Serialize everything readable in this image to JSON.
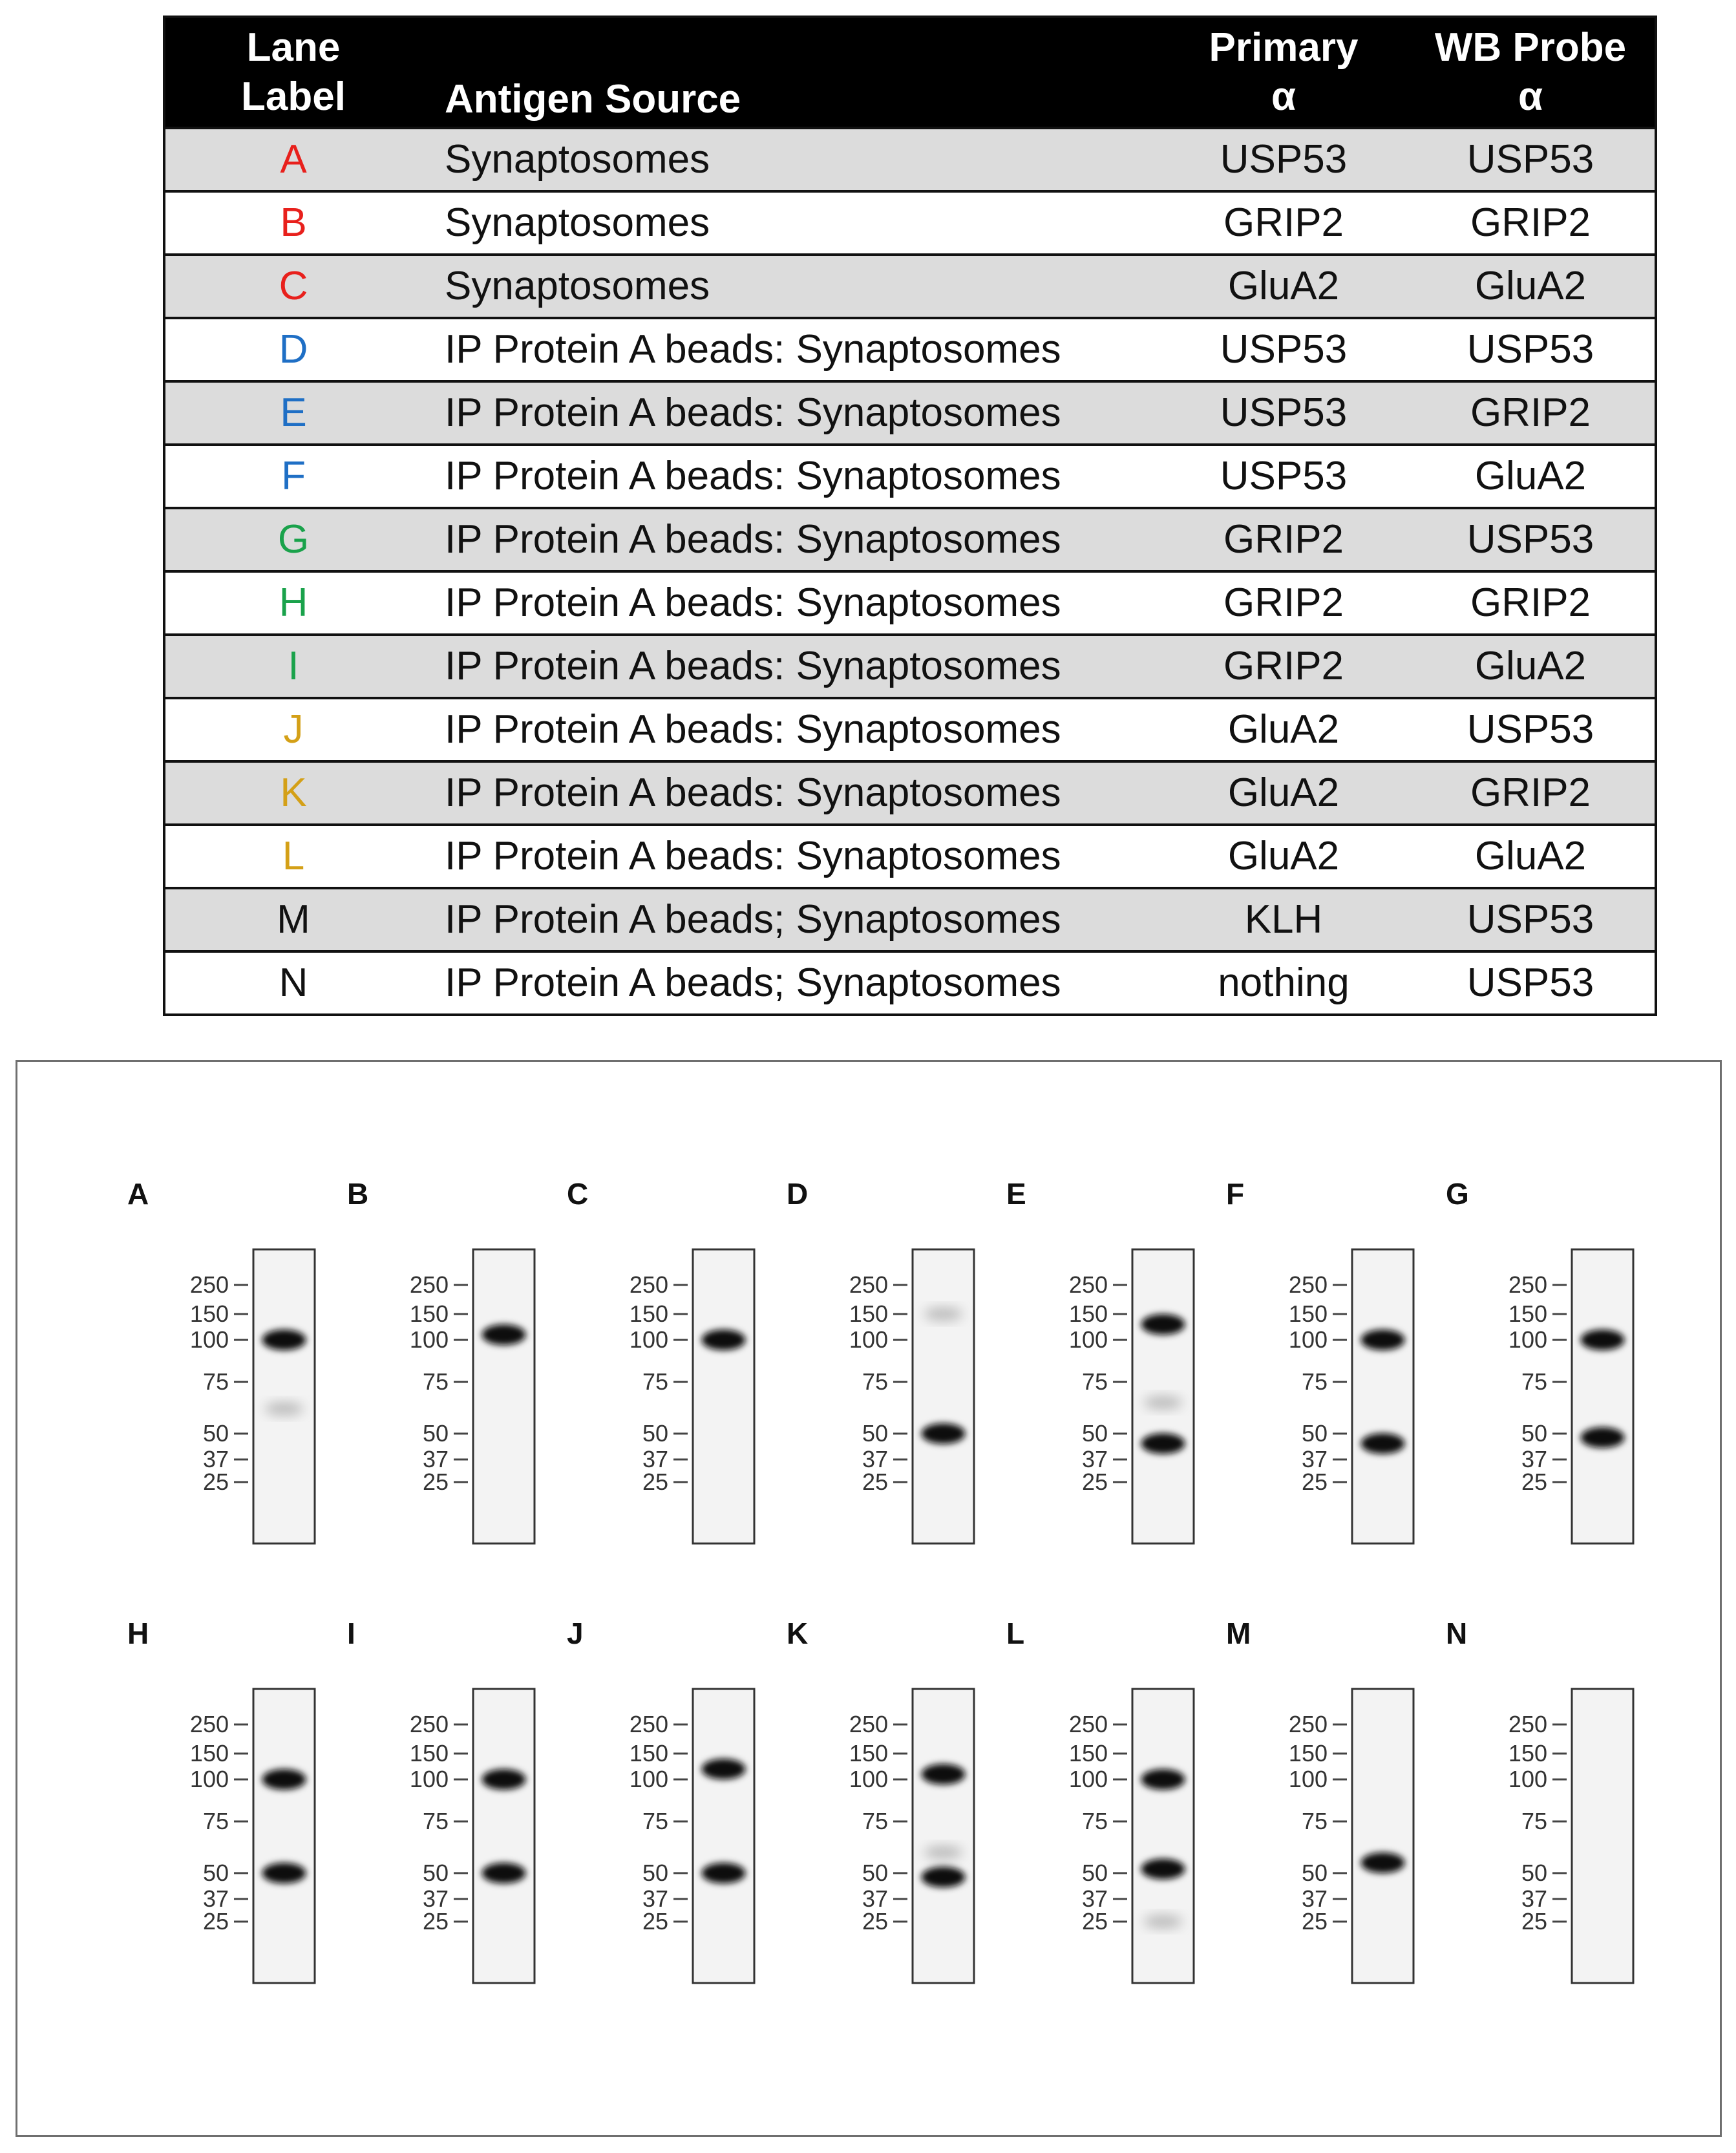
{
  "colors": {
    "red": "#e8201c",
    "blue": "#1f6fc5",
    "green": "#1aa24b",
    "gold": "#d4a017",
    "black": "#111111"
  },
  "table": {
    "headers": {
      "lane": [
        "Lane",
        "Label"
      ],
      "source": "Antigen Source",
      "primary": [
        "Primary",
        "α"
      ],
      "probe": [
        "WB Probe",
        "α"
      ]
    },
    "rows": [
      {
        "lane": "A",
        "color": "#e8201c",
        "source": "Synaptosomes",
        "primary": "USP53",
        "probe": "USP53"
      },
      {
        "lane": "B",
        "color": "#e8201c",
        "source": "Synaptosomes",
        "primary": "GRIP2",
        "probe": "GRIP2"
      },
      {
        "lane": "C",
        "color": "#e8201c",
        "source": "Synaptosomes",
        "primary": "GluA2",
        "probe": "GluA2"
      },
      {
        "lane": "D",
        "color": "#1f6fc5",
        "source": "IP Protein A beads: Synaptosomes",
        "primary": "USP53",
        "probe": "USP53"
      },
      {
        "lane": "E",
        "color": "#1f6fc5",
        "source": "IP Protein A beads: Synaptosomes",
        "primary": "USP53",
        "probe": "GRIP2"
      },
      {
        "lane": "F",
        "color": "#1f6fc5",
        "source": "IP Protein A beads: Synaptosomes",
        "primary": "USP53",
        "probe": "GluA2"
      },
      {
        "lane": "G",
        "color": "#1aa24b",
        "source": "IP Protein A beads: Synaptosomes",
        "primary": "GRIP2",
        "probe": "USP53"
      },
      {
        "lane": "H",
        "color": "#1aa24b",
        "source": "IP Protein A beads: Synaptosomes",
        "primary": "GRIP2",
        "probe": "GRIP2"
      },
      {
        "lane": "I",
        "color": "#1aa24b",
        "source": "IP Protein A beads: Synaptosomes",
        "primary": "GRIP2",
        "probe": "GluA2"
      },
      {
        "lane": "J",
        "color": "#d4a017",
        "source": "IP Protein A beads: Synaptosomes",
        "primary": "GluA2",
        "probe": "USP53"
      },
      {
        "lane": "K",
        "color": "#d4a017",
        "source": "IP Protein A beads: Synaptosomes",
        "primary": "GluA2",
        "probe": "GRIP2"
      },
      {
        "lane": "L",
        "color": "#d4a017",
        "source": "IP Protein A beads: Synaptosomes",
        "primary": "GluA2",
        "probe": "GluA2"
      },
      {
        "lane": "M",
        "color": "#111111",
        "source": "IP Protein A beads; Synaptosomes",
        "primary": "KLH",
        "probe": "USP53"
      },
      {
        "lane": "N",
        "color": "#111111",
        "source": "IP Protein A beads; Synaptosomes",
        "primary": "nothing",
        "probe": "USP53"
      }
    ]
  },
  "blots": {
    "markers": [
      "250",
      "150",
      "100",
      "75",
      "50",
      "37",
      "25"
    ],
    "panels": [
      {
        "label": "A",
        "bands_kDa": [
          100
        ],
        "faint_kDa": [
          62
        ]
      },
      {
        "label": "B",
        "bands_kDa": [
          110
        ],
        "faint_kDa": []
      },
      {
        "label": "C",
        "bands_kDa": [
          100
        ],
        "faint_kDa": []
      },
      {
        "label": "D",
        "bands_kDa": [
          50
        ],
        "faint_kDa": [
          150
        ]
      },
      {
        "label": "E",
        "bands_kDa": [
          130,
          45
        ],
        "faint_kDa": [
          65
        ]
      },
      {
        "label": "F",
        "bands_kDa": [
          100,
          45
        ],
        "faint_kDa": []
      },
      {
        "label": "G",
        "bands_kDa": [
          100,
          48
        ],
        "faint_kDa": []
      },
      {
        "label": "H",
        "bands_kDa": [
          100,
          50
        ],
        "faint_kDa": []
      },
      {
        "label": "I",
        "bands_kDa": [
          100,
          50
        ],
        "faint_kDa": []
      },
      {
        "label": "J",
        "bands_kDa": [
          120,
          50
        ],
        "faint_kDa": []
      },
      {
        "label": "K",
        "bands_kDa": [
          110,
          48
        ],
        "faint_kDa": [
          60
        ]
      },
      {
        "label": "L",
        "bands_kDa": [
          100,
          52
        ],
        "faint_kDa": [
          25
        ]
      },
      {
        "label": "M",
        "bands_kDa": [
          55
        ],
        "faint_kDa": []
      },
      {
        "label": "N",
        "bands_kDa": [],
        "faint_kDa": []
      }
    ]
  }
}
